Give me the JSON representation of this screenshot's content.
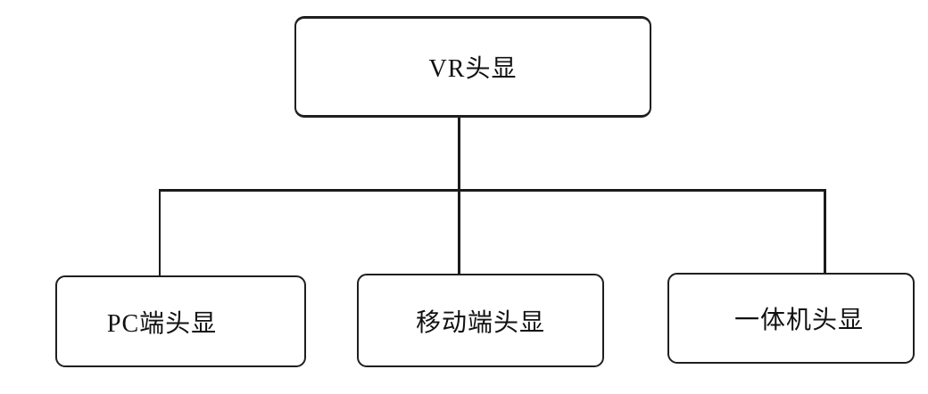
{
  "diagram": {
    "type": "tree",
    "root": {
      "id": "vr-headset",
      "label": "VR头显"
    },
    "children": [
      {
        "id": "pc-headset",
        "label": "PC端头显"
      },
      {
        "id": "mobile-headset",
        "label": "移动端头显"
      },
      {
        "id": "standalone-headset",
        "label": "一体机头显"
      }
    ],
    "edges": [
      {
        "from": "vr-headset",
        "to": "pc-headset"
      },
      {
        "from": "vr-headset",
        "to": "mobile-headset"
      },
      {
        "from": "vr-headset",
        "to": "standalone-headset"
      }
    ],
    "colors": {
      "line": "#1b1b1b",
      "box_border": "#1f1f1f",
      "box_fill": "#ffffff",
      "background": "#ffffff",
      "text": "#111111"
    }
  }
}
